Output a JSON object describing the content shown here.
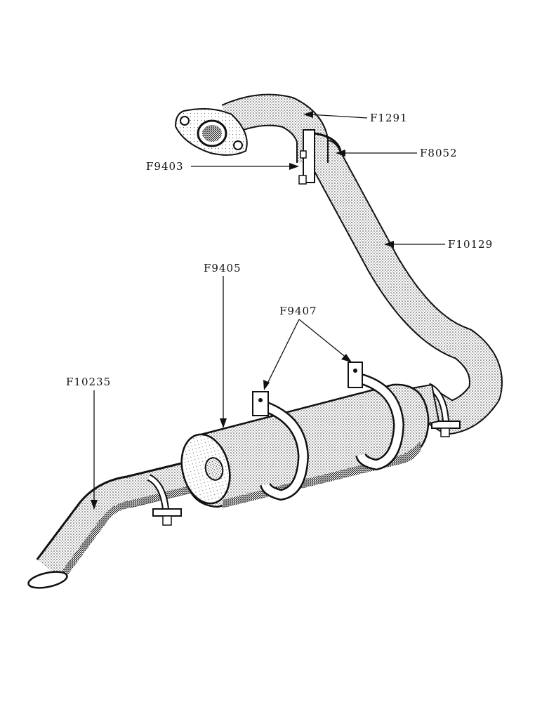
{
  "diagram": {
    "parts": [
      {
        "id": "F1291"
      },
      {
        "id": "F8052"
      },
      {
        "id": "F9403"
      },
      {
        "id": "F10129"
      },
      {
        "id": "F9405"
      },
      {
        "id": "F9407"
      },
      {
        "id": "F10235"
      }
    ]
  }
}
